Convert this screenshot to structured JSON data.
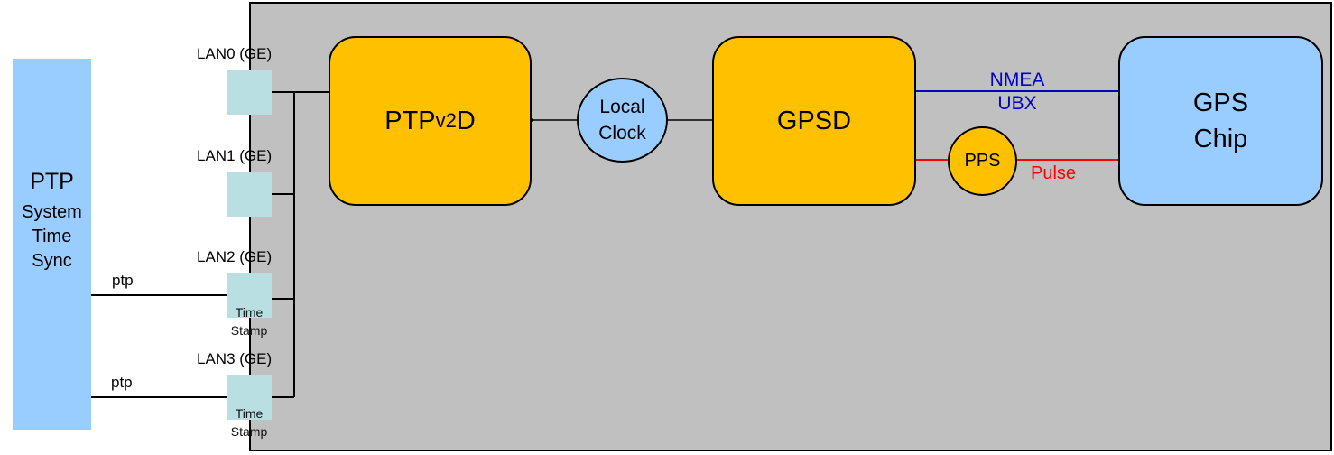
{
  "colors": {
    "board": "#c0c0c0",
    "daemon": "#ffc000",
    "hardware": "#99ccff",
    "port": "#b9dfe3",
    "nmea_link": "#0000cc",
    "pulse_link": "#ff0000"
  },
  "external": {
    "title": "PTP",
    "subtitle_lines": [
      "System",
      "Time",
      "Sync"
    ]
  },
  "ports": [
    {
      "label": "LAN0 (GE)",
      "timestamp": null,
      "link": null
    },
    {
      "label": "LAN1 (GE)",
      "timestamp": null,
      "link": null
    },
    {
      "label": "LAN2 (GE)",
      "timestamp": [
        "Time",
        "Stamp"
      ],
      "link": "ptp"
    },
    {
      "label": "LAN3 (GE)",
      "timestamp": [
        "Time",
        "Stamp"
      ],
      "link": "ptp"
    }
  ],
  "nodes": {
    "ptpd": {
      "main": "PTP",
      "sub": "v2",
      "suffix": "D"
    },
    "local_clock": {
      "lines": [
        "Local",
        "Clock"
      ]
    },
    "gpsd": {
      "label": "GPSD"
    },
    "pps": {
      "label": "PPS"
    },
    "gps_chip": {
      "lines": [
        "GPS",
        "Chip"
      ]
    }
  },
  "links": {
    "nmea": {
      "lines": [
        "NMEA",
        "UBX"
      ]
    },
    "pulse": {
      "label": "Pulse"
    }
  }
}
